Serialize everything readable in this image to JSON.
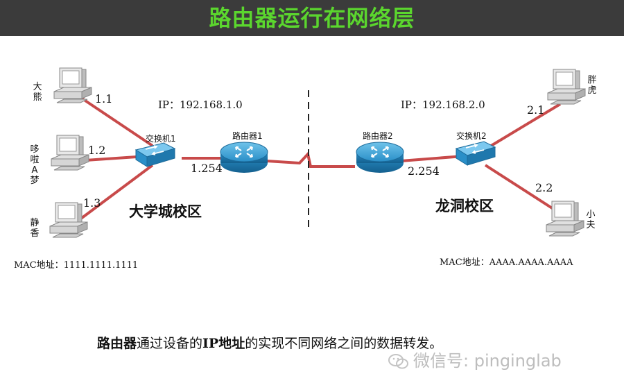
{
  "title": "路由器运行在网络层",
  "left": {
    "network_ip": "IP：192.168.1.0",
    "campus": "大学城校区",
    "mac": "MAC地址：1111.1111.1111",
    "switch_label": "交换机1",
    "router_label": "路由器1",
    "router_port": "1.254",
    "hosts": [
      {
        "name": "大熊",
        "ip": "1.1"
      },
      {
        "name": "哆啦A梦",
        "ip": "1.2"
      },
      {
        "name": "静香",
        "ip": "1.3"
      }
    ]
  },
  "right": {
    "network_ip": "IP：192.168.2.0",
    "campus": "龙洞校区",
    "mac": "MAC地址：AAAA.AAAA.AAAA",
    "switch_label": "交换机2",
    "router_label": "路由器2",
    "router_port": "2.254",
    "hosts": [
      {
        "name": "胖虎",
        "ip": "2.1"
      },
      {
        "name": "小夫",
        "ip": "2.2"
      }
    ]
  },
  "caption": {
    "bold_1": "路由器",
    "text_1": "通过设备的",
    "bold_2": "IP地址",
    "text_2": "的实现不同网络之间的数据转发。"
  },
  "watermark": "微信号: pinginglab",
  "colors": {
    "link": "#c84a4a",
    "device_blue": "#2a8fc8",
    "title_green": "#5bd62e",
    "title_bg": "#3b3b3b"
  }
}
